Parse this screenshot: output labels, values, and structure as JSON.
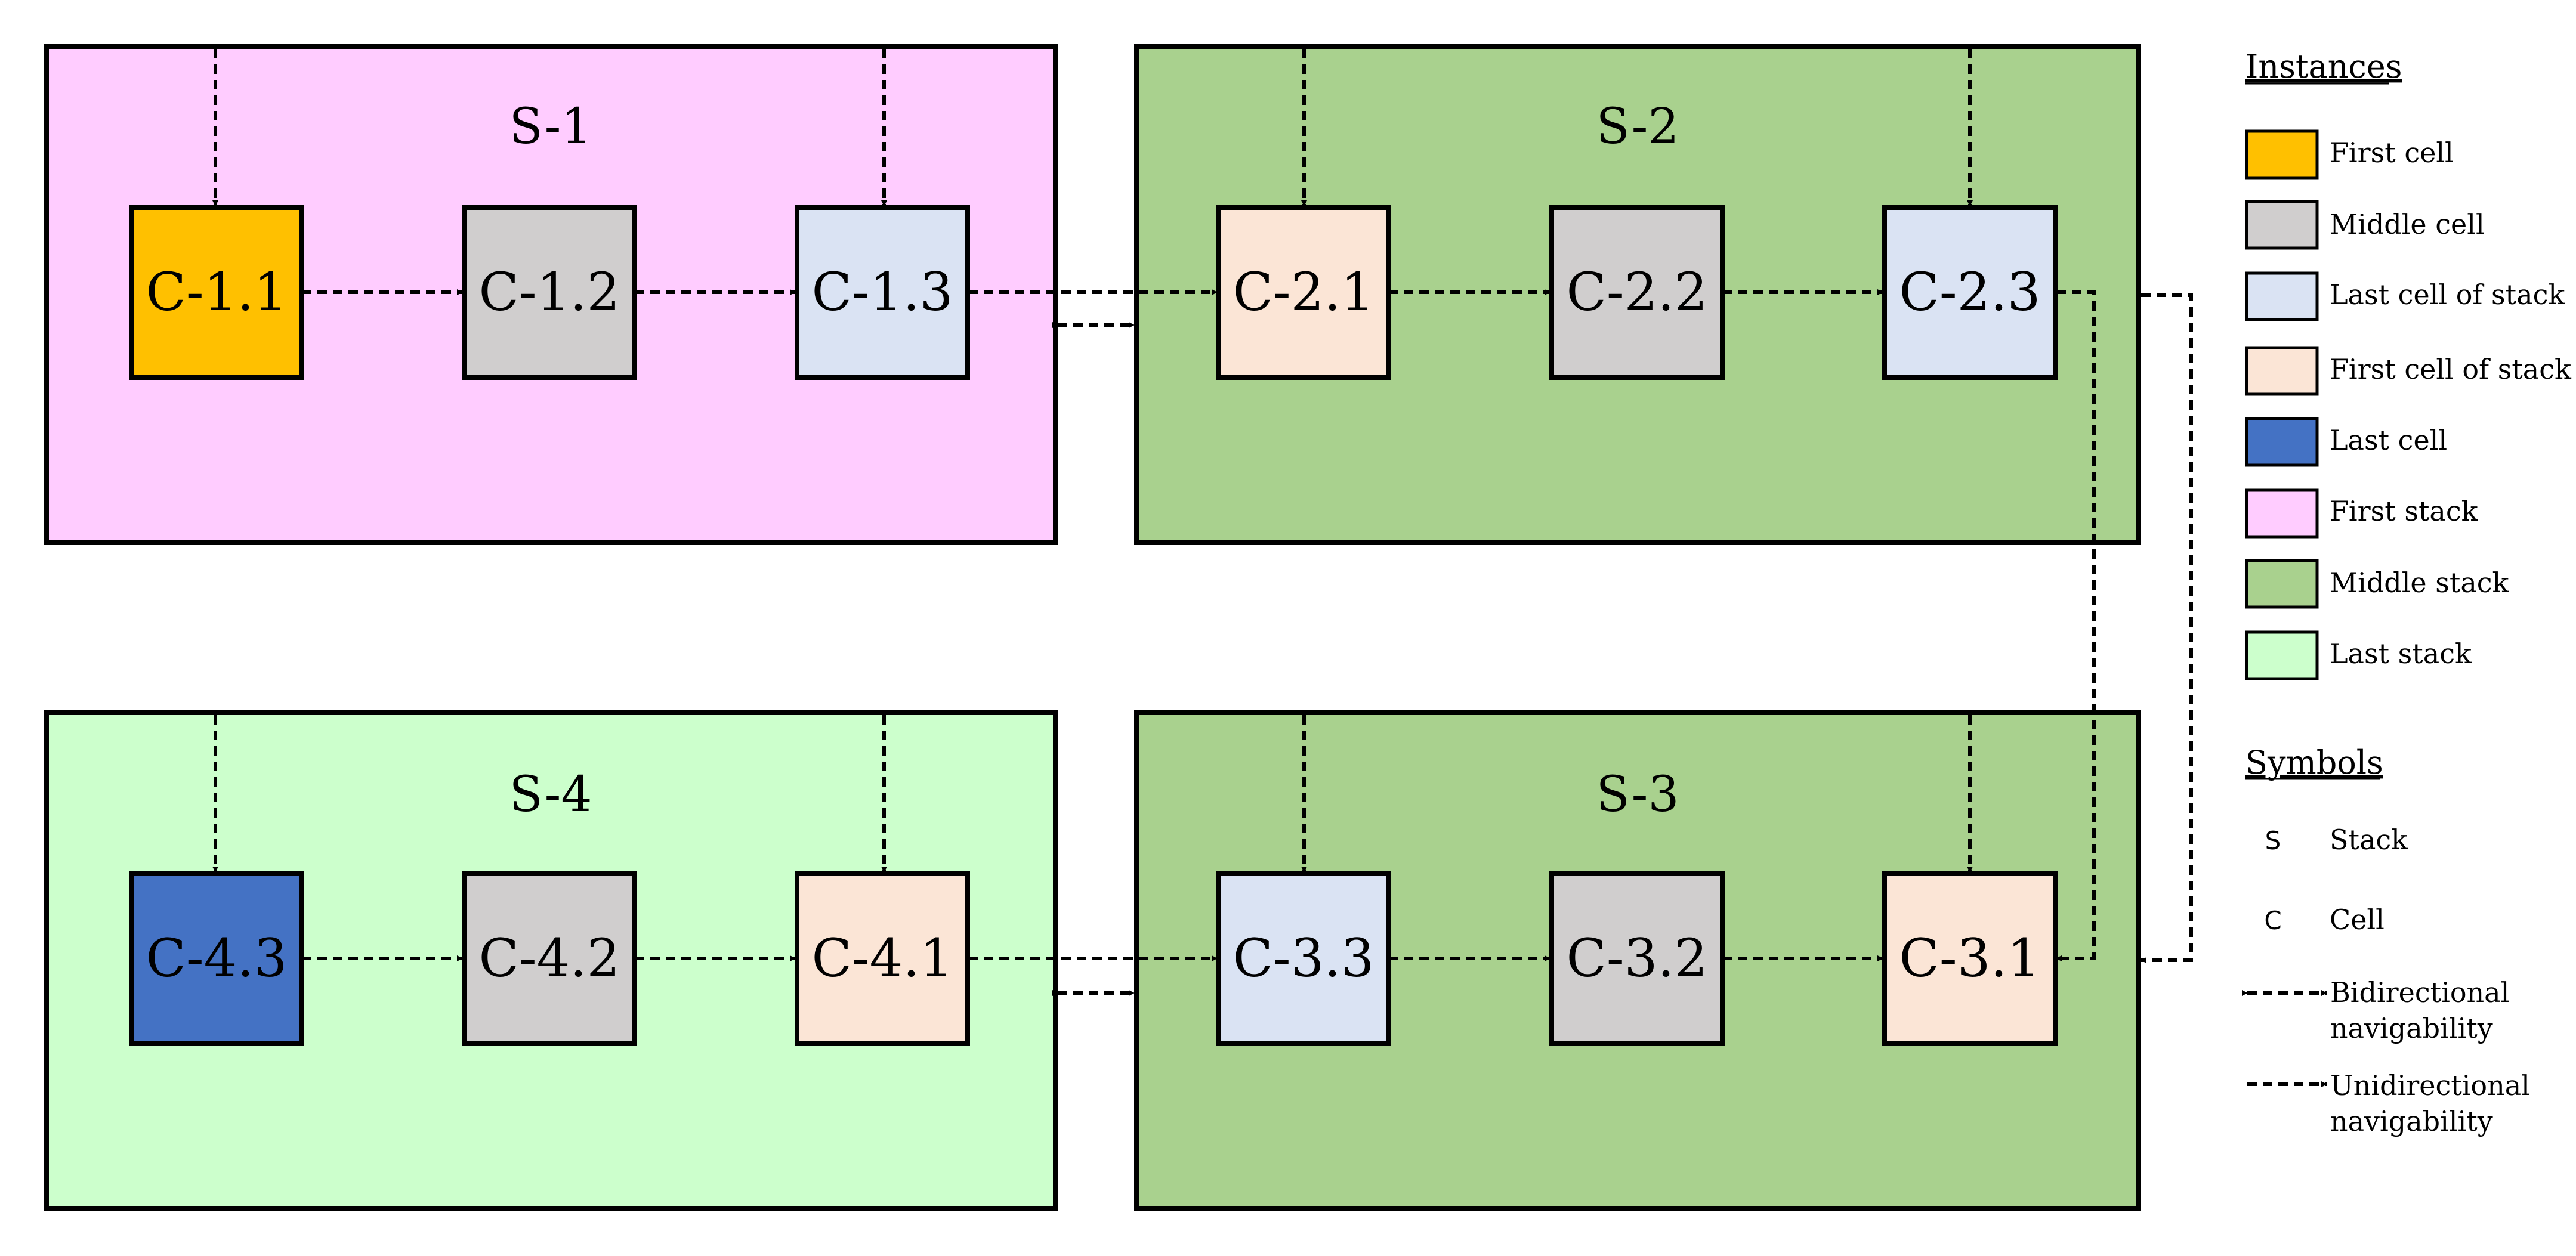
{
  "stacks": [
    {
      "id": "s1",
      "label": "S-1",
      "color": "#ffccff"
    },
    {
      "id": "s2",
      "label": "S-2",
      "color": "#a9d18e"
    },
    {
      "id": "s3",
      "label": "S-3",
      "color": "#a9d18e"
    },
    {
      "id": "s4",
      "label": "S-4",
      "color": "#ccffcc"
    }
  ],
  "cells": [
    {
      "id": "c11",
      "label": "C-1.1",
      "color": "#ffc000"
    },
    {
      "id": "c12",
      "label": "C-1.2",
      "color": "#d0cece"
    },
    {
      "id": "c13",
      "label": "C-1.3",
      "color": "#dae3f3"
    },
    {
      "id": "c21",
      "label": "C-2.1",
      "color": "#fbe5d6"
    },
    {
      "id": "c22",
      "label": "C-2.2",
      "color": "#d0cece"
    },
    {
      "id": "c23",
      "label": "C-2.3",
      "color": "#dae3f3"
    },
    {
      "id": "c33",
      "label": "C-3.3",
      "color": "#dae3f3"
    },
    {
      "id": "c32",
      "label": "C-3.2",
      "color": "#d0cece"
    },
    {
      "id": "c31",
      "label": "C-3.1",
      "color": "#fbe5d6"
    },
    {
      "id": "c43",
      "label": "C-4.3",
      "color": "#4472c4"
    },
    {
      "id": "c42",
      "label": "C-4.2",
      "color": "#d0cece"
    },
    {
      "id": "c41",
      "label": "C-4.1",
      "color": "#fbe5d6"
    }
  ],
  "legend": {
    "instances_heading": "Instances",
    "instances": [
      {
        "label": "First cell",
        "color": "#ffc000"
      },
      {
        "label": "Middle cell",
        "color": "#d0cece"
      },
      {
        "label": "Last cell of stack",
        "color": "#dae3f3"
      },
      {
        "label": "First cell of stack",
        "color": "#fbe5d6"
      },
      {
        "label": "Last cell",
        "color": "#4472c4"
      },
      {
        "label": "First stack",
        "color": "#ffccff"
      },
      {
        "label": "Middle stack",
        "color": "#a9d18e"
      },
      {
        "label": "Last stack",
        "color": "#ccffcc"
      }
    ],
    "symbols_heading": "Symbols",
    "symbols": [
      {
        "letter": "S",
        "label": "Stack"
      },
      {
        "letter": "C",
        "label": "Cell"
      }
    ],
    "bidirectional": {
      "line1": "Bidirectional",
      "line2": "navigability"
    },
    "unidirectional": {
      "line1": "Unidirectional",
      "line2": "navigability"
    }
  }
}
